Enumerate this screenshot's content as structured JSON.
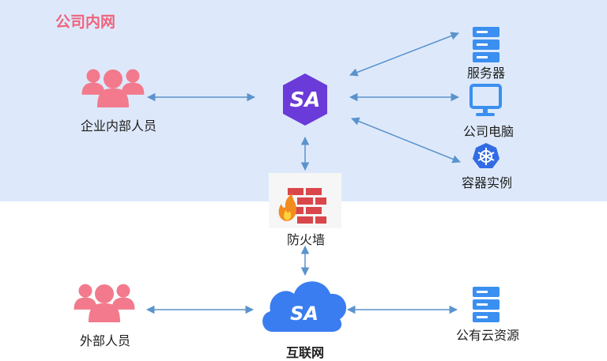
{
  "zone": {
    "title": "公司内网"
  },
  "nodes": {
    "internal_staff": {
      "label": "企业内部人员",
      "icon": "people-group-icon"
    },
    "gateway_internal": {
      "icon": "sa-hexagon-logo-icon",
      "logo_text": "SA"
    },
    "server": {
      "label": "服务器",
      "icon": "server-icon"
    },
    "pc": {
      "label": "公司电脑",
      "icon": "monitor-icon"
    },
    "container": {
      "label": "容器实例",
      "icon": "kubernetes-icon"
    },
    "firewall": {
      "label": "防火墙",
      "icon": "firewall-icon"
    },
    "external_staff": {
      "label": "外部人员",
      "icon": "people-group-icon"
    },
    "internet": {
      "label": "互联网",
      "icon": "sa-cloud-logo-icon",
      "logo_text": "SA"
    },
    "public_cloud": {
      "label": "公有云资源",
      "icon": "server-icon"
    }
  },
  "colors": {
    "internal_bg": "#dde9fb",
    "accent_pink": "#f0637d",
    "people": "#f27a8c",
    "server_blue": "#3b8ff0",
    "sa_purple": "#6a3bd8",
    "cloud_blue": "#3a7df0",
    "arrow": "#5b93cc",
    "brick": "#d9474a"
  }
}
